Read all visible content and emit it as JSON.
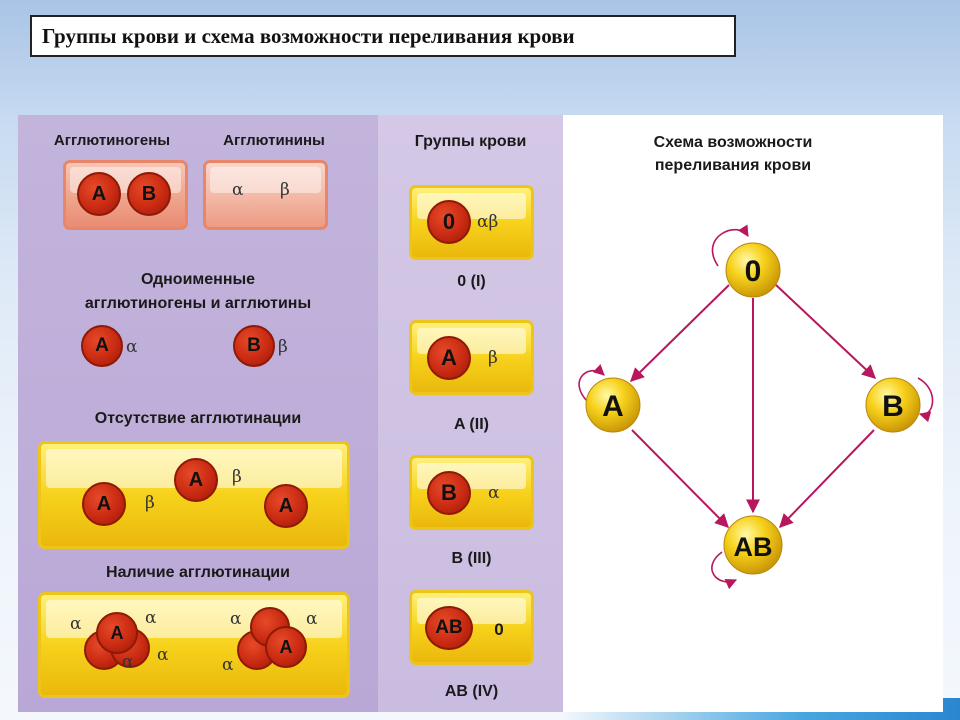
{
  "title": "Группы крови  и схема возможности переливания крови",
  "left": {
    "agglutinogens": "Агглютиногены",
    "agglutinins": "Агглютинины",
    "same_name_line1": "Одноименные",
    "same_name_line2": "агглютиногены и агглютины",
    "no_agglutination": "Отсутствие агглютинации",
    "agglutination": "Наличие агглютинации",
    "cell_a": "A",
    "cell_b": "B",
    "alpha": "α",
    "beta": "β"
  },
  "middle": {
    "header": "Группы крови",
    "groups": [
      {
        "cell": "0",
        "antibodies": "αβ",
        "label": "0 (I)"
      },
      {
        "cell": "A",
        "antibodies": "β",
        "label": "A (II)"
      },
      {
        "cell": "B",
        "antibodies": "α",
        "label": "B (III)"
      },
      {
        "cell": "AB",
        "antibodies": "0",
        "label": "AB (IV)"
      }
    ]
  },
  "right": {
    "title_line1": "Схема возможности",
    "title_line2": "переливания крови",
    "nodes": {
      "top": "0",
      "left": "A",
      "right": "B",
      "bottom": "AB"
    }
  },
  "colors": {
    "arrow": "#b8175e",
    "cell_red": "#c92a12",
    "gold": "#f7d21c",
    "tile_red": "#f0aa92"
  }
}
